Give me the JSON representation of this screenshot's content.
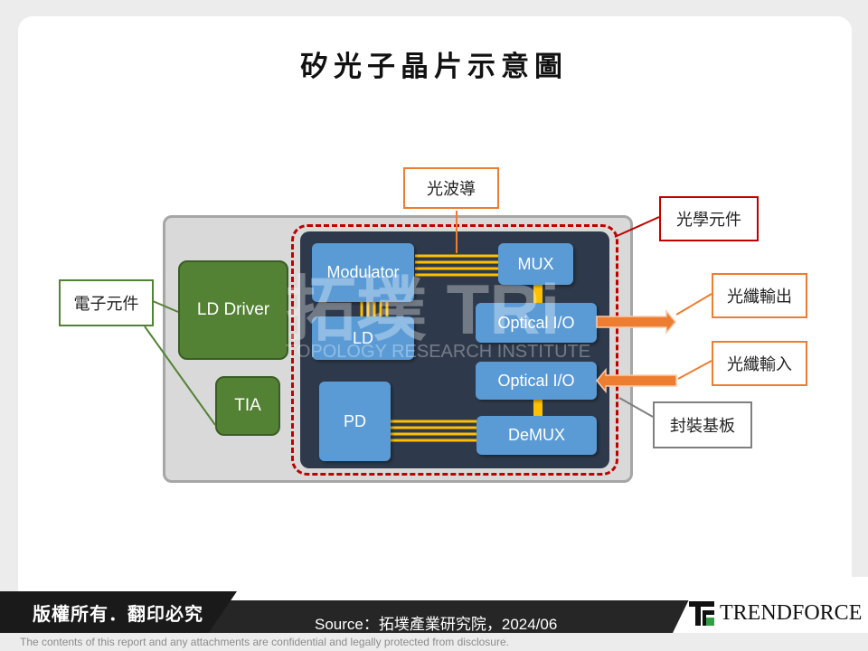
{
  "title": "矽光子晶片示意圖",
  "watermark": {
    "main": "拓墣 TRi",
    "sub": "TOPOLOGY RESEARCH INSTITUTE"
  },
  "blocks": {
    "modulator": "Modulator",
    "ld": "LD",
    "mux": "MUX",
    "optical_io_top": "Optical I/O",
    "optical_io_bottom": "Optical I/O",
    "pd": "PD",
    "demux": "DeMUX",
    "ld_driver": "LD Driver",
    "tia": "TIA"
  },
  "callouts": {
    "waveguide": "光波導",
    "optical_components": "光學元件",
    "electronic_components": "電子元件",
    "fiber_output": "光纖輸出",
    "fiber_input": "光纖輸入",
    "package_substrate": "封裝基板"
  },
  "colors": {
    "optical_block": "#5b9bd5",
    "electronic_block": "#548235",
    "optical_region": "#2e3a4b",
    "substrate": "#d9d9d9",
    "dashed_border": "#c00000",
    "waveguide": "#ffc000",
    "arrow": "#ed7d31"
  },
  "footer": {
    "copyright": "版權所有．翻印必究",
    "source": "Source：拓墣產業研究院，2024/06",
    "brand": "TRENDFORCE",
    "disclaimer": "The contents of this report and any attachments are confidential and legally protected from disclosure."
  }
}
